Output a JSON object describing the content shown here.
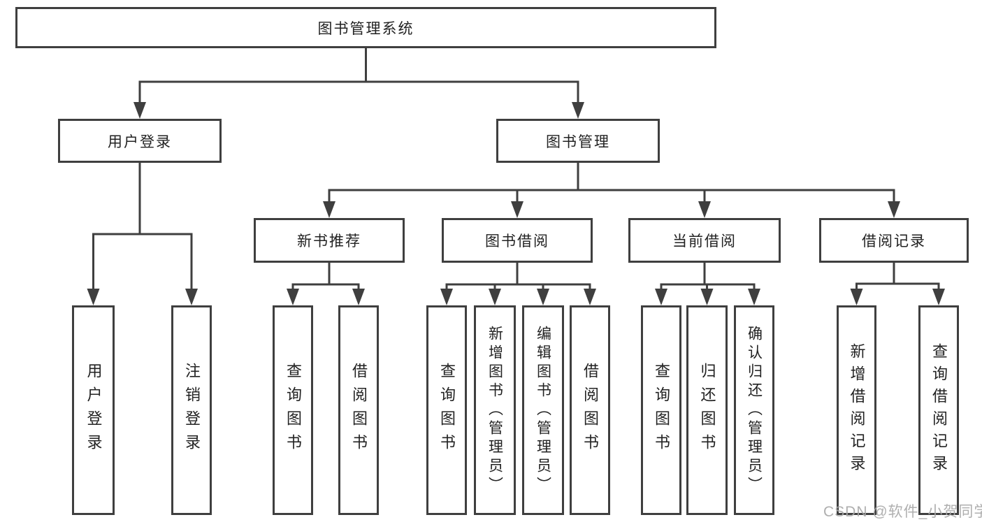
{
  "diagram_type": "hierarchy",
  "tree": {
    "label": "图书管理系统",
    "children": [
      {
        "label": "用户登录",
        "children": [
          {
            "label": "用户登录"
          },
          {
            "label": "注销登录"
          }
        ]
      },
      {
        "label": "图书管理",
        "children": [
          {
            "label": "新书推荐",
            "children": [
              {
                "label": "查询图书"
              },
              {
                "label": "借阅图书"
              }
            ]
          },
          {
            "label": "图书借阅",
            "children": [
              {
                "label": "查询图书"
              },
              {
                "label": "新增图书（管理员）"
              },
              {
                "label": "编辑图书（管理员）"
              },
              {
                "label": "借阅图书"
              }
            ]
          },
          {
            "label": "当前借阅",
            "children": [
              {
                "label": "查询图书"
              },
              {
                "label": "归还图书"
              },
              {
                "label": "确认归还（管理员）"
              }
            ]
          },
          {
            "label": "借阅记录",
            "children": [
              {
                "label": "新增借阅记录"
              },
              {
                "label": "查询借阅记录"
              }
            ]
          }
        ]
      }
    ]
  },
  "watermark": {
    "text": "CSDN @软件_小贺同学"
  },
  "colors": {
    "line": "#3f3f3f",
    "box_border": "#3f3f3f",
    "text": "#222222",
    "background": "#ffffff",
    "watermark": "#a8a8a8"
  }
}
